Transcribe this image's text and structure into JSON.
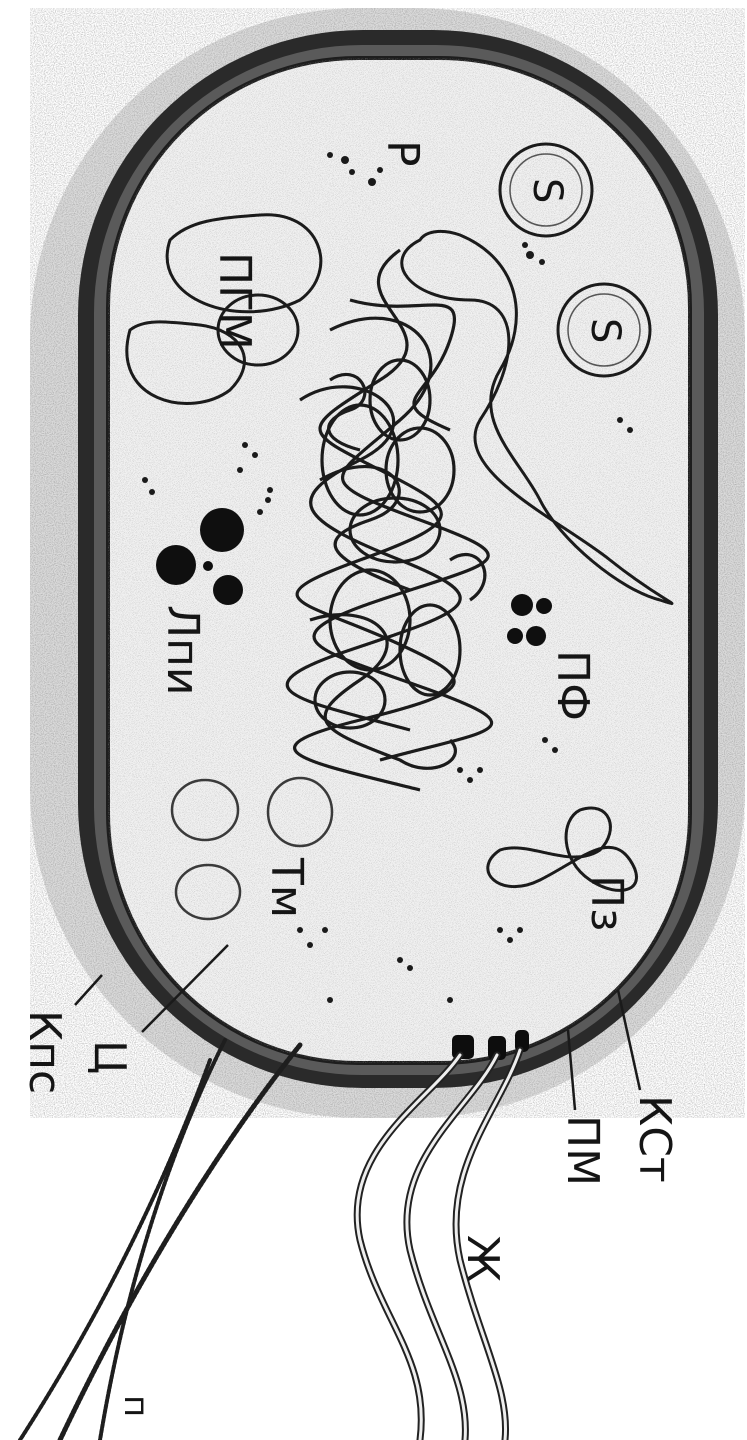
{
  "labels": {
    "ribosomes": "Р",
    "spore_a": "S",
    "spore_b": "S",
    "pgm": "ПГМ",
    "lpi": "Лпи",
    "pf": "ПФ",
    "pz": "Пз",
    "tm": "Тм",
    "ts": "Ц",
    "kps": "Кпс",
    "kst": "КСт",
    "pm": "ПМ",
    "zh": "Ж",
    "p": "п"
  },
  "colors": {
    "ink": "#151515",
    "stipple": "#8a8a8a",
    "capsule": "#b9b9b9",
    "cytoplasm": "#eeeeee"
  }
}
